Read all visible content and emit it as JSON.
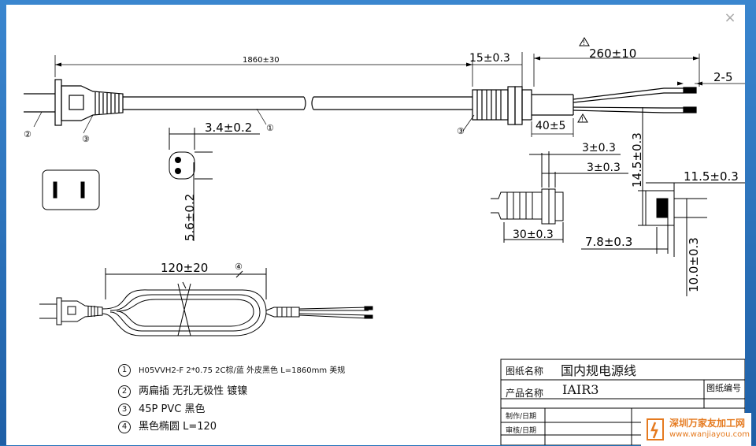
{
  "window": {
    "close_glyph": "×"
  },
  "dimensions": {
    "total_length": "1860±30",
    "boot_width": "15±0.3",
    "strip_length": "260±10",
    "tin_length": "2-5",
    "jacket_strip": "40±5",
    "cable_width": "3.4±0.2",
    "cable_height": "5.6±0.2",
    "ring_a": "3±0.3",
    "ring_b": "3±0.3",
    "side_height": "14.5±0.3",
    "side_width": "11.5±0.3",
    "boot_length": "30±0.3",
    "inner_width": "7.8±0.3",
    "side_depth": "10.0±0.3",
    "coil_length": "120±20"
  },
  "callouts": {
    "c1": "①",
    "c2": "②",
    "c3": "③",
    "c4": "④"
  },
  "warning_symbol": "!",
  "legend": [
    {
      "num": "1",
      "text": "H05VVH2-F 2*0.75 2C棕/蓝  外皮黑色 L=1860mm   美规"
    },
    {
      "num": "2",
      "text": "两扁插  无孔无极性  镀镍"
    },
    {
      "num": "3",
      "text": "45P  PVC   黑色"
    },
    {
      "num": "4",
      "text": "黑色椭圆  L=120"
    }
  ],
  "title_block": {
    "drawing_name_label": "图纸名称",
    "drawing_name": "国内规电源线",
    "product_name_label": "产品名称",
    "product_name": "IAIR3",
    "drawing_no_label": "图纸编号",
    "made_date_label": "制作/日期",
    "review_date_label": "审核/日期"
  },
  "watermark": {
    "line1": "深圳万家友加工网",
    "line2": "www.wanjiayou.com"
  }
}
